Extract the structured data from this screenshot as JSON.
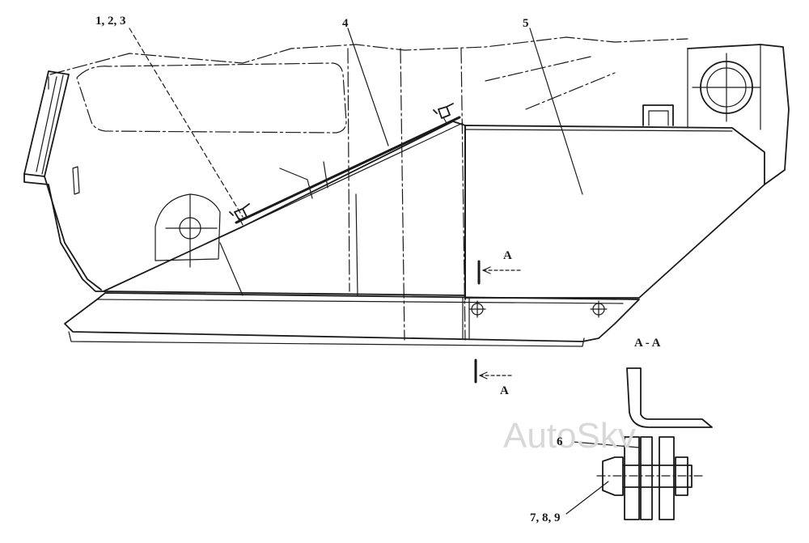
{
  "callouts": {
    "c123": "1, 2, 3",
    "c4": "4",
    "c5": "5",
    "c6": "6",
    "c789": "7, 8, 9"
  },
  "section": {
    "marker_top": "A",
    "marker_bottom": "A",
    "view_title": "A - A"
  },
  "watermark": "AutoSkv"
}
